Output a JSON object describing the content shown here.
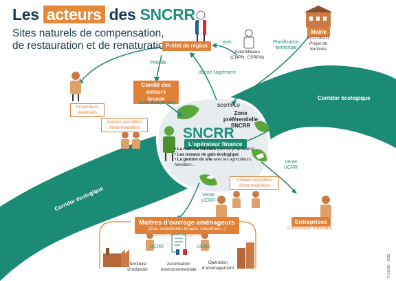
{
  "title": {
    "part1": "Les",
    "highlight": "acteurs",
    "part2": "des",
    "brand": "SNCRR"
  },
  "subtitle": "Sites naturels de compensation, de restauration et de renaturation",
  "prefet": "Préfet de région",
  "avis": "avis",
  "scientifiques": {
    "label": "Scientifiques",
    "sub": "(CNPN, CSRPN)"
  },
  "planification": "Planification territoriale",
  "mairie": {
    "label": "Mairie",
    "sub": "SCOT/PLU",
    "note": "Projet de territoire"
  },
  "preside": "Préside",
  "donne_agrement": "donne l'agrément",
  "comite": "Comité des acteurs locaux",
  "suivi": "Suivi et reporting",
  "financeurs": "Financeurs éventuels",
  "acteurs_possibles": "Acteurs possibles d'intermédiation",
  "vente_ucrr": "Vente UCRR",
  "scot": "SCOT/PLU",
  "zone": "Zone préférentielle SNCRR",
  "sncrr": "SNCRR",
  "operateur": "L'opérateur finance",
  "bullets": [
    {
      "b": "La maîtrise foncière",
      "t": " (lien au propriétaire)"
    },
    {
      "b": "Les travaux de gain écologique",
      "t": ""
    },
    {
      "b": "La gestion du site",
      "t": " avec les agriculteurs, forestiers..."
    }
  ],
  "corridor_right": "Corridor écologique",
  "corridor_left": "Corridor écologique",
  "entreprises": "Entreprises",
  "contribution": "Contribution volontaire",
  "maitres": {
    "title": "Maîtres d'ouvrage aménageurs",
    "sub": "(État, collectivités locales, industriels...)"
  },
  "compensation": "Compensation obligatoire",
  "ucrr": "UCRR",
  "territoire": "Territoire d'industrie",
  "autorisation": "Autorisation environnementale",
  "operation": "Opération d'aménagement",
  "copyright": "© CGDD - 2025",
  "colors": {
    "teal": "#1d8f7b",
    "orange": "#e0813a",
    "light": "#e7ecef"
  }
}
